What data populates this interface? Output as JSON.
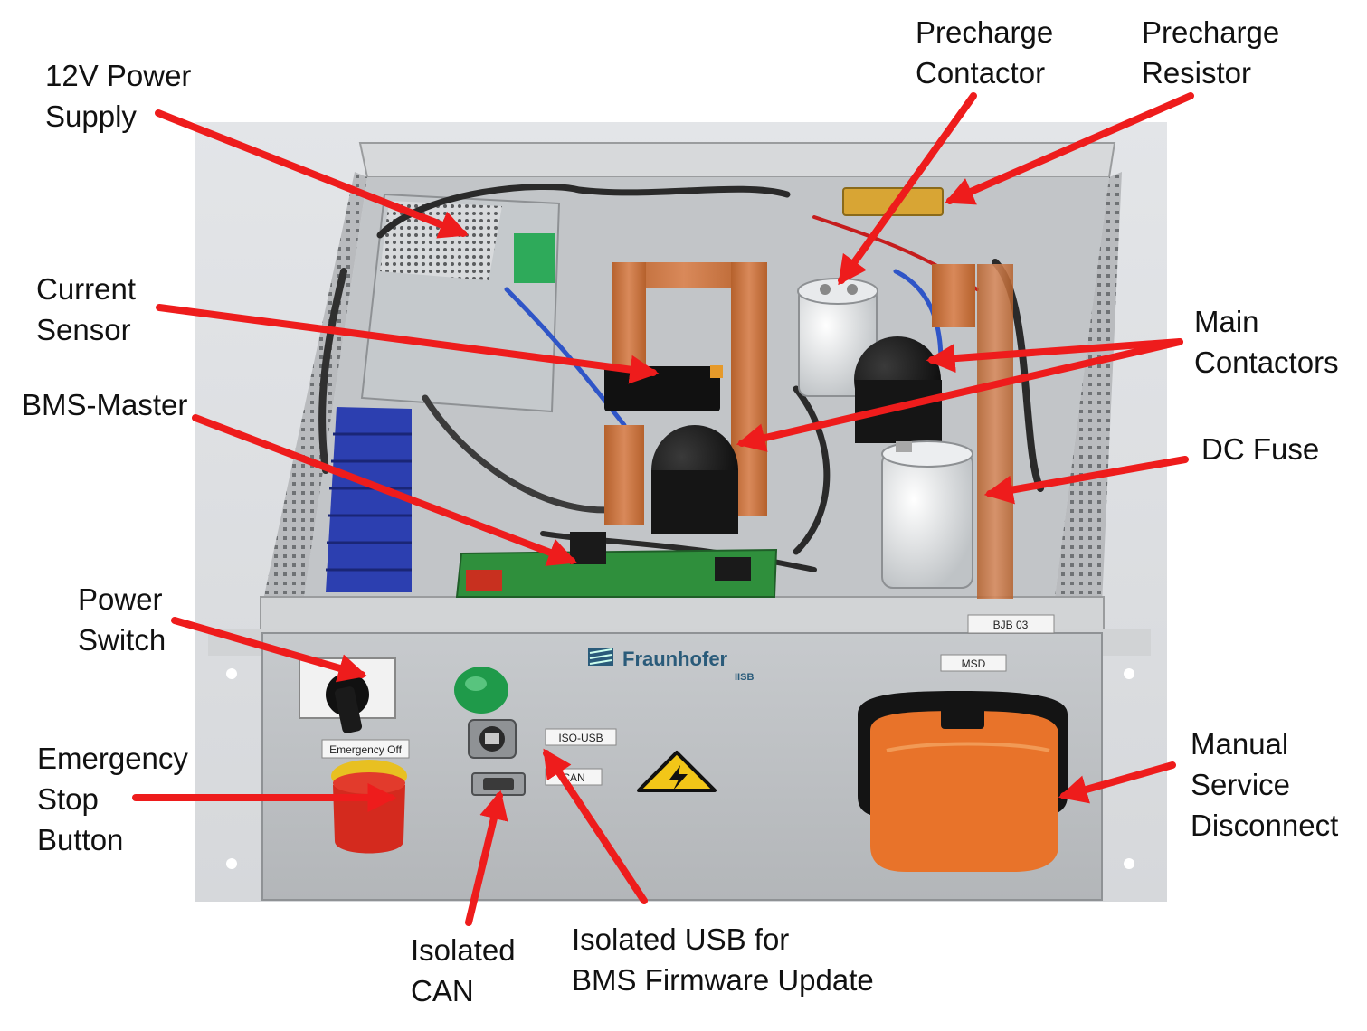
{
  "annotations": {
    "power_supply": [
      "12V Power",
      "Supply"
    ],
    "current_sensor": [
      "Current",
      "Sensor"
    ],
    "bms_master": [
      "BMS-Master"
    ],
    "power_switch": [
      "Power",
      "Switch"
    ],
    "emergency_stop": [
      "Emergency",
      "Stop",
      "Button"
    ],
    "isolated_can": [
      "Isolated",
      "CAN"
    ],
    "isolated_usb": [
      "Isolated USB for",
      "BMS Firmware Update"
    ],
    "precharge_contactor": [
      "Precharge",
      "Contactor"
    ],
    "precharge_resistor": [
      "Precharge",
      "Resistor"
    ],
    "main_contactors": [
      "Main",
      "Contactors"
    ],
    "dc_fuse": [
      "DC Fuse"
    ],
    "manual_service_disconnect": [
      "Manual",
      "Service",
      "Disconnect"
    ]
  },
  "panel": {
    "brand": "Fraunhofer",
    "brand_sub": "IISB",
    "emergency_label": "Emergency Off",
    "usb_label": "ISO-USB",
    "can_label": "CAN",
    "msd_label": "MSD",
    "unit_label": "BJB 03"
  },
  "colors": {
    "arrow": "#ee1c1c",
    "copper": "#c8743e",
    "housing": "#c9cbcd",
    "front_panel": "#bfc2c5",
    "msd_orange": "#e8732a",
    "estop_red": "#d42a1e",
    "green_button": "#1f9a4a"
  }
}
